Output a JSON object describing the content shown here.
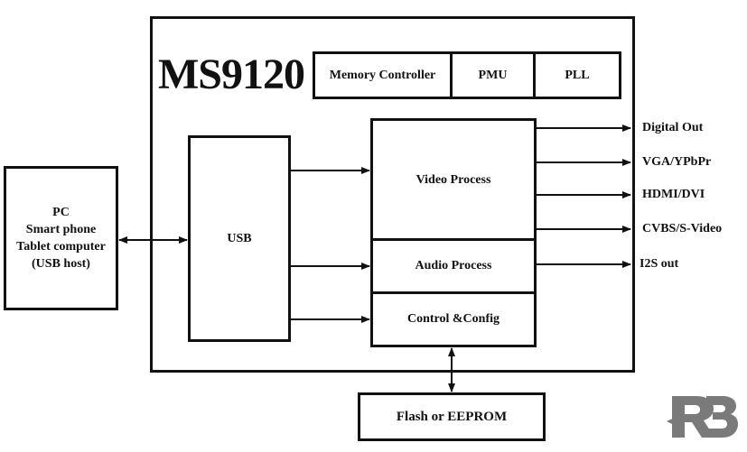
{
  "chip": {
    "title": "MS9120"
  },
  "blocks": {
    "host": [
      "PC",
      "Smart phone",
      "Tablet computer",
      "(USB host)"
    ],
    "usb": "USB",
    "memory_controller": "Memory Controller",
    "pmu": "PMU",
    "pll": "PLL",
    "video_process": "Video Process",
    "audio_process": "Audio Process",
    "control_config": "Control &Config",
    "flash": "Flash or EEPROM"
  },
  "outputs": [
    "Digital Out",
    "VGA/YPbPr",
    "HDMI/DVI",
    "CVBS/S-Video",
    "I2S out"
  ],
  "watermark": {
    "text": "RB",
    "color": "#7a7a7a"
  },
  "colors": {
    "line": "#111111",
    "background": "#ffffff"
  }
}
